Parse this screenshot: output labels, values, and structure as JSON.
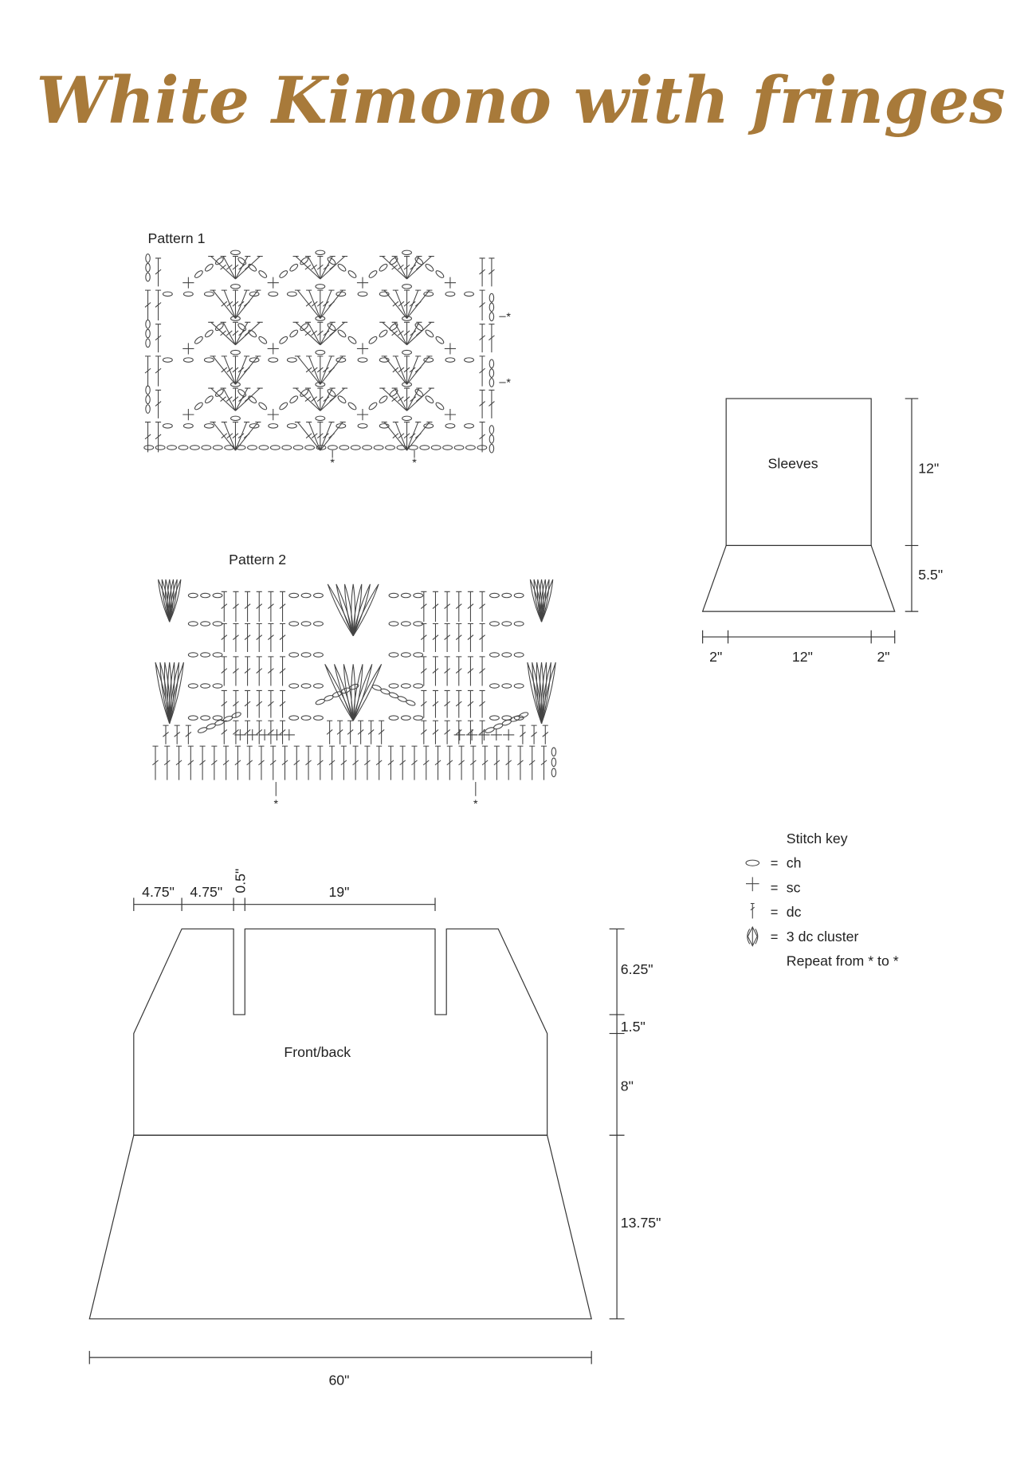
{
  "title": "White Kimono with fringes",
  "colors": {
    "title": "#A87A3A",
    "line": "#333333"
  },
  "pattern1": {
    "label": "Pattern 1",
    "repeat_mark": "*"
  },
  "pattern2": {
    "label": "Pattern 2",
    "repeat_mark": "*"
  },
  "sleeves": {
    "label": "Sleeves",
    "dims": {
      "height_top": "12\"",
      "height_cuff": "5.5\"",
      "left_flare": "2\"",
      "width": "12\"",
      "right_flare": "2\""
    }
  },
  "front_back": {
    "label": "Front/back",
    "dims": {
      "shoulder_slope": "4.75\"",
      "shoulder": "4.75\"",
      "slit": "0.5\"",
      "neck": "19\"",
      "upper": "6.25\"",
      "mid": "1.5\"",
      "body": "8\"",
      "skirt": "13.75\"",
      "hem": "60\""
    }
  },
  "stitch_key": {
    "title": "Stitch key",
    "items": [
      {
        "icon": "chain-oval-icon",
        "eq": "=",
        "label": "ch"
      },
      {
        "icon": "single-crochet-cross-icon",
        "eq": "=",
        "label": "sc"
      },
      {
        "icon": "double-crochet-icon",
        "eq": "=",
        "label": "dc"
      },
      {
        "icon": "cluster-icon",
        "eq": "=",
        "label": "3 dc cluster"
      }
    ],
    "note": "Repeat from * to *"
  }
}
